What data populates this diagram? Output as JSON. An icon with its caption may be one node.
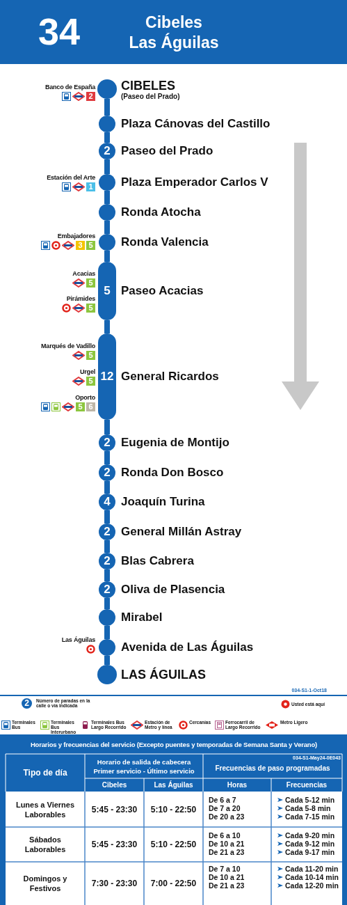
{
  "diagram": {
    "nodes": [
      {
        "text": [
          "CIBELES",
          "(Paseo del Prado)"
        ],
        "beside": [
          "Banco de España",
          "2"
        ]
      },
      {
        "text": [
          "Plaza Cánovas del Castillo"
        ]
      },
      {
        "text": [
          "2",
          "Paseo del Prado"
        ]
      },
      {
        "text": [
          "Plaza Emperador Carlos V"
        ],
        "beside": [
          "Estación del Arte",
          "1"
        ]
      },
      {
        "text": [
          "Ronda Atocha"
        ]
      },
      {
        "text": [
          "Ronda Valencia"
        ],
        "beside": [
          "Embajadores",
          "3",
          "5"
        ]
      },
      {
        "text": [
          "5",
          "Paseo Acacias"
        ],
        "beside": [
          "Acacias",
          "5",
          "Pirámides",
          "5"
        ]
      },
      {
        "text": [
          "12",
          "General Ricardos"
        ],
        "beside": [
          "Marqués de Vadillo",
          "5",
          "Urgel",
          "5",
          "Oporto",
          "5",
          "6"
        ]
      },
      {
        "text": [
          "2",
          "Eugenia de Montijo"
        ]
      },
      {
        "text": [
          "2",
          "Ronda Don Bosco"
        ]
      },
      {
        "text": [
          "4",
          "Joaquín Turina"
        ]
      },
      {
        "text": [
          "2",
          "General Millán Astray"
        ]
      },
      {
        "text": [
          "2",
          "Blas Cabrera"
        ]
      },
      {
        "text": [
          "2",
          "Oliva de Plasencia"
        ]
      },
      {
        "text": [
          "Mirabel"
        ]
      },
      {
        "text": [
          "Avenida de Las Águilas"
        ],
        "beside": [
          "Las Águilas"
        ]
      },
      {
        "text": [
          "LAS ÁGUILAS"
        ]
      }
    ],
    "edges": [
      {
        "from": 0,
        "to": 1,
        "arrow": "none"
      },
      {
        "from": 1,
        "to": 2,
        "arrow": "none"
      },
      {
        "from": 2,
        "to": 3,
        "arrow": "none"
      },
      {
        "from": 3,
        "to": 4,
        "arrow": "none"
      },
      {
        "from": 4,
        "to": 5,
        "arrow": "none"
      },
      {
        "from": 5,
        "to": 6,
        "arrow": "none"
      },
      {
        "from": 6,
        "to": 7,
        "arrow": "none"
      },
      {
        "from": 7,
        "to": 8,
        "arrow": "none"
      },
      {
        "from": 8,
        "to": 9,
        "arrow": "none"
      },
      {
        "from": 9,
        "to": 10,
        "arrow": "none"
      },
      {
        "from": 10,
        "to": 11,
        "arrow": "none"
      },
      {
        "from": 11,
        "to": 12,
        "arrow": "none"
      },
      {
        "from": 12,
        "to": 13,
        "arrow": "none"
      },
      {
        "from": 13,
        "to": 14,
        "arrow": "none"
      },
      {
        "from": 14,
        "to": 15,
        "arrow": "none"
      },
      {
        "from": 15,
        "to": 16,
        "arrow": "none"
      }
    ],
    "labels": [
      "34",
      "Cibeles",
      "Las Águilas",
      "034-S1-1-Oct18",
      "2",
      "Horarios y frecuencias del servicio (Excepto puentes y temporadas de Semana Santa y Verano)",
      "Tipo de día",
      "Horario de salida de cabecera Primer servicio - Último servicio",
      "034-S1-May24-0E043",
      "Frecuencias de paso programadas",
      "Cibeles",
      "Las Águilas",
      "Horas",
      "Frecuencias",
      "Lunes a Viernes Laborables",
      "5:45 - 23:30",
      "5:10 - 22:50",
      "De 6 a 7",
      "De 7 a 20",
      "De 20 a 23",
      "Cada 5-12 min",
      "Cada 5-8 min",
      "Cada 7-15 min",
      "Sábados Laborables",
      "5:45 - 23:30",
      "5:10 - 22:50",
      "De 6 a 10",
      "De 10 a 21",
      "De 21 a 23",
      "Cada 9-20 min",
      "Cada 9-12 min",
      "Cada 9-17 min",
      "Domingos y Festivos",
      "7:30 - 23:30",
      "7:00 - 22:50",
      "De 7 a 10",
      "De 10 a 21",
      "De 21 a 23",
      "Cada 11-20 min",
      "Cada 10-14 min",
      "Cada 12-20 min"
    ],
    "legend": [
      {
        "text": "Número de paradas en la calle o vía indicada"
      },
      {
        "text": "Usted está aquí"
      },
      {
        "text": "Terminales Bus"
      },
      {
        "text": "Terminales Bus Interurbano"
      },
      {
        "text": "Terminales Bus Largo Recorrido"
      },
      {
        "text": "Estación de Metro y línea"
      },
      {
        "text": "Cercanías"
      },
      {
        "text": "Ferrocarril de Largo Recorrido"
      },
      {
        "text": "Metro Ligero"
      }
    ]
  }
}
